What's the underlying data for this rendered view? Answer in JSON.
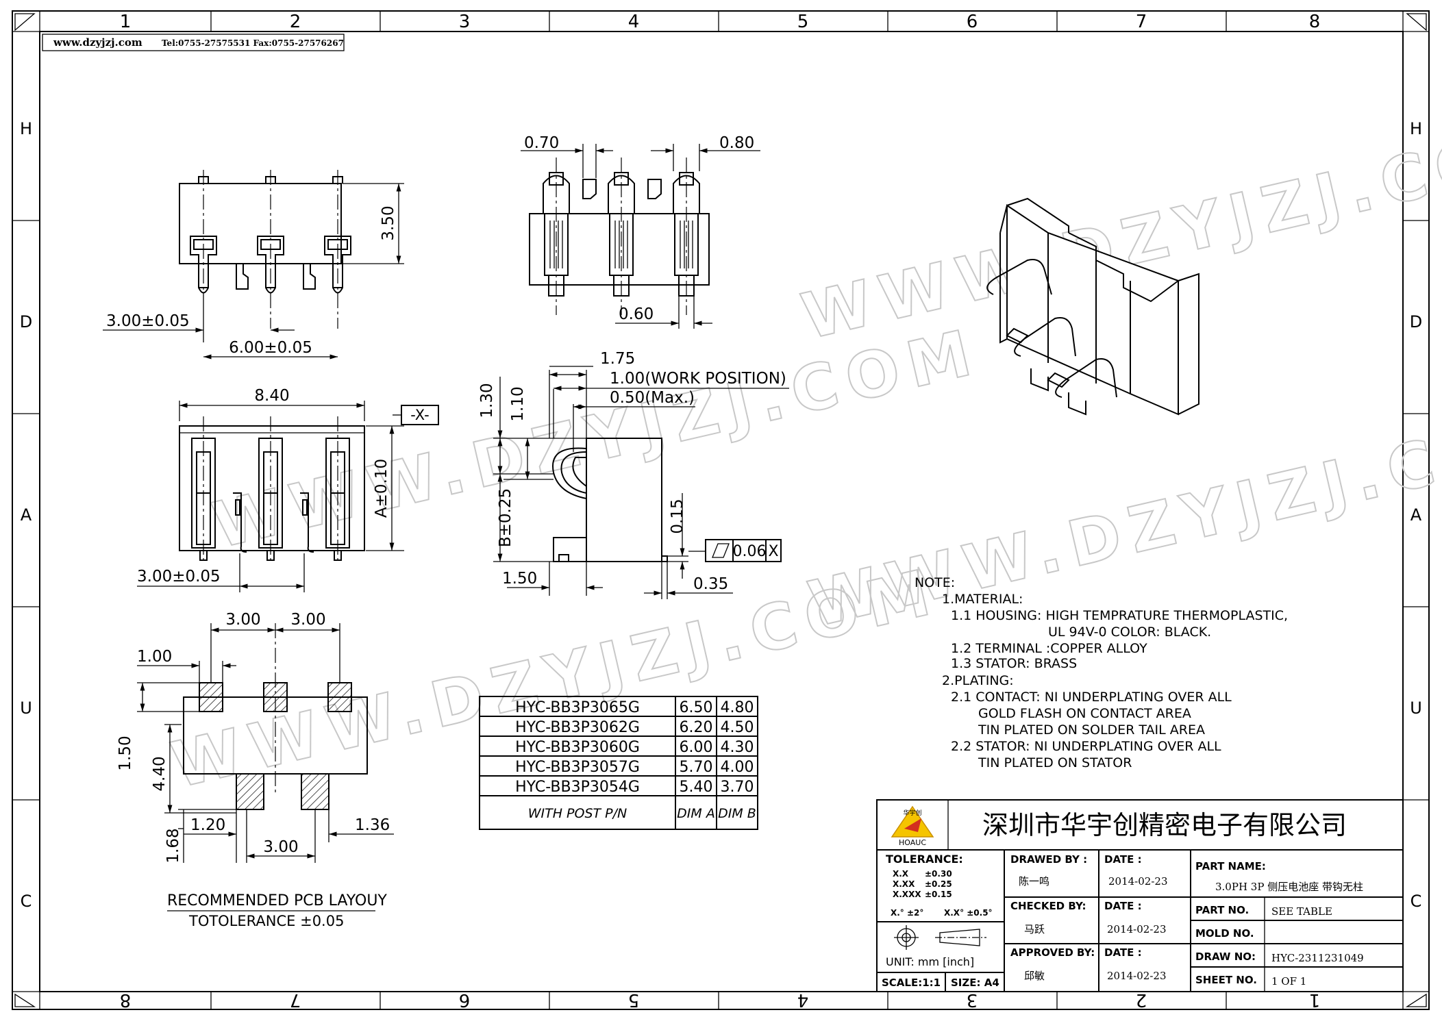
{
  "frame": {
    "top_numbers": [
      "1",
      "2",
      "3",
      "4",
      "5",
      "6",
      "7",
      "8"
    ],
    "bottom_numbers": [
      "8",
      "7",
      "6",
      "5",
      "4",
      "3",
      "2",
      "1"
    ],
    "side_letters": [
      "H",
      "D",
      "A",
      "U",
      "C"
    ]
  },
  "header": {
    "website": "www.dzyjzj.com",
    "contact": "Tel:0755-27575531  Fax:0755-27576267"
  },
  "watermark": "WWW.DZYJZJ.COM",
  "dimensions": {
    "top_left": [
      "3.50",
      "3.00±0.05",
      "6.00±0.05"
    ],
    "front": [
      "8.40",
      "-X-",
      "A±0.10",
      "3.00±0.05"
    ],
    "top_view": [
      "0.70",
      "0.80",
      "0.60"
    ],
    "side": [
      "1.75",
      "1.00(WORK POSITION)",
      "0.50(Max.)",
      "1.30",
      "1.10",
      "B±0.25",
      "0.15",
      "0.06",
      "X",
      "1.50",
      "0.35"
    ],
    "pcb": [
      "3.00",
      "3.00",
      "1.00",
      "1.50",
      "4.40",
      "1.68",
      "1.20",
      "3.00",
      "1.36"
    ]
  },
  "pcb_caption": {
    "title": "RECOMMENDED PCB LAYOUY",
    "tolerance": "TOTOLERANCE ±0.05"
  },
  "part_table": {
    "rows": [
      {
        "pn": "HYC-BB3P3065G",
        "a": "6.50",
        "b": "4.80"
      },
      {
        "pn": "HYC-BB3P3062G",
        "a": "6.20",
        "b": "4.50"
      },
      {
        "pn": "HYC-BB3P3060G",
        "a": "6.00",
        "b": "4.30"
      },
      {
        "pn": "HYC-BB3P3057G",
        "a": "5.70",
        "b": "4.00"
      },
      {
        "pn": "HYC-BB3P3054G",
        "a": "5.40",
        "b": "3.70"
      }
    ],
    "footer": {
      "pn": "WITH POST P/N",
      "a": "DIM A",
      "b": "DIM B"
    }
  },
  "notes": [
    "NOTE:",
    "1.MATERIAL:",
    "1.1  HOUSING:  HIGH  TEMPRATURE  THERMOPLASTIC,",
    "UL  94V-0  COLOR:  BLACK.",
    "1.2  TERMINAL  :COPPER  ALLOY",
    "1.3  STATOR:  BRASS",
    "2.PLATING:",
    "2.1  CONTACT:  NI  UNDERPLATING  OVER  ALL",
    "GOLD  FLASH  ON  CONTACT  AREA",
    "TIN  PLATED  ON  SOLDER  TAIL  AREA",
    "2.2  STATOR:  NI  UNDERPLATING  OVER  ALL",
    "TIN  PLATED  ON  STATOR"
  ],
  "title_block": {
    "company": "深圳市华宇创精密电子有限公司",
    "logo_text": "HOAUC",
    "logo_cn": "华宇创",
    "tolerance_label": "TOLERANCE:",
    "tolerances": [
      {
        "k": "X.X",
        "v": "±0.30"
      },
      {
        "k": "X.XX",
        "v": "±0.25"
      },
      {
        "k": "X.XXX",
        "v": "±0.15"
      }
    ],
    "angle_a": "X.° ±2°",
    "angle_b": "X.X° ±0.5°",
    "unit": "UNIT:  mm  [inch]",
    "scale": "SCALE:1:1",
    "size": "SIZE:  A4",
    "drawn_by_label": "DRAWED BY :",
    "drawn_by": "陈一鸣",
    "checked_by_label": "CHECKED BY:",
    "checked_by": "马跃",
    "approved_by_label": "APPROVED BY:",
    "approved_by": "邱敏",
    "date_label": "DATE :",
    "date1": "2014-02-23",
    "date2": "2014-02-23",
    "date3": "2014-02-23",
    "part_name_label": "PART NAME:",
    "part_name": "3.0PH 3P 侧压电池座 带钩无柱",
    "part_no_label": "PART NO.",
    "part_no": "SEE TABLE",
    "mold_no_label": "MOLD NO.",
    "mold_no": "",
    "draw_no_label": "DRAW NO:",
    "draw_no": "HYC-2311231049",
    "sheet_no_label": "SHEET NO.",
    "sheet_no": "1 OF 1"
  }
}
